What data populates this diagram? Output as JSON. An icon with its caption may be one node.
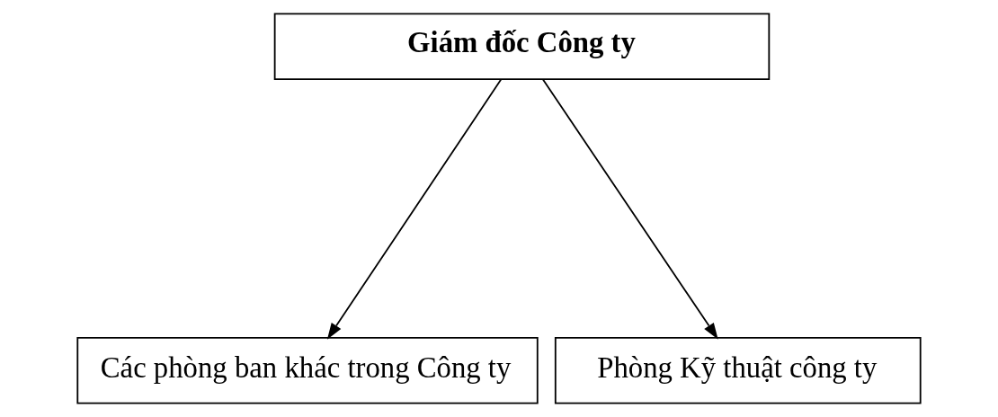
{
  "diagram": {
    "nodes": [
      {
        "text": [
          "Giám đốc Công ty"
        ]
      },
      {
        "text": [
          "Các phòng ban khác trong Công ty"
        ]
      },
      {
        "text": [
          "Phòng Kỹ thuật công ty"
        ]
      }
    ],
    "edges": [
      {
        "from": 0,
        "to": 1,
        "arrow": "to"
      },
      {
        "from": 0,
        "to": 2,
        "arrow": "to"
      }
    ]
  }
}
